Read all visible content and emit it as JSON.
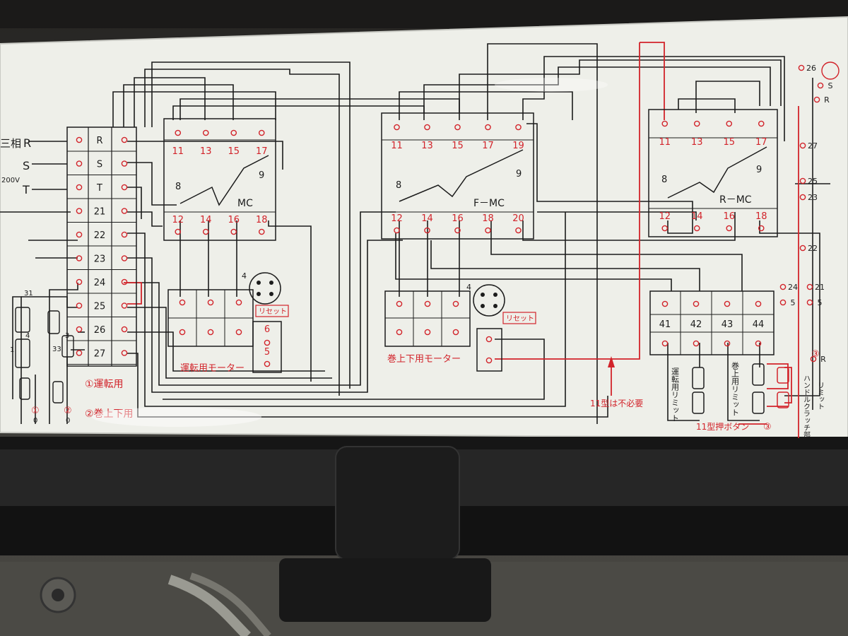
{
  "colors": {
    "panel": "#eeefe9",
    "wire": "#1c1c1c",
    "accent": "#d2232a",
    "frame": "#141414",
    "case": "#3a3936"
  },
  "labels": {
    "three_phase": "三相",
    "r": "R",
    "s": "S",
    "t": "T",
    "voltage": "200V",
    "mc": "MC",
    "fmc": "F－MC",
    "rmc": "R－MC",
    "reset": "リセット",
    "drive_motor": "運転用モーター",
    "hoist_motor": "巻上下用モーター",
    "note_11": "11型は不必要",
    "push_button": "11型押ボタン",
    "drive_limit": "運転用リミット",
    "hoist_limit": "巻上用リミット",
    "handle_clutch": "ハンドルクラッチ部",
    "limit_word": "リミット",
    "legend_1": "①運転用",
    "legend_2": "②巻上下用",
    "circle_1": "①",
    "circle_2": "②",
    "circle_3": "③",
    "zero": "0",
    "num_31": "31",
    "num_33": "33",
    "num_4": "4",
    "num_3": "3",
    "num_1": "1"
  },
  "terminal_strip": {
    "left": [
      "R",
      "S",
      "T",
      "21",
      "22",
      "23",
      "24",
      "25",
      "26",
      "27"
    ]
  },
  "contactors": {
    "mc": {
      "top": [
        "11",
        "13",
        "15",
        "17"
      ],
      "bottom": [
        "12",
        "14",
        "16",
        "18"
      ],
      "aux": [
        "8",
        "9"
      ]
    },
    "fmc": {
      "top": [
        "11",
        "13",
        "15",
        "17",
        "19"
      ],
      "bottom": [
        "12",
        "14",
        "16",
        "18",
        "20"
      ],
      "aux": [
        "8",
        "9"
      ]
    },
    "rmc": {
      "top": [
        "11",
        "13",
        "15",
        "17"
      ],
      "bottom": [
        "12",
        "14",
        "16",
        "18"
      ],
      "aux": [
        "8",
        "9"
      ]
    }
  },
  "motor_block": {
    "side": [
      "6",
      "5"
    ]
  },
  "limit_terminals": [
    "41",
    "42",
    "43",
    "44"
  ],
  "pendant": [
    "26",
    "S",
    "R",
    "27",
    "25",
    "23",
    "22",
    "24",
    "21",
    "5",
    "5",
    "R"
  ]
}
